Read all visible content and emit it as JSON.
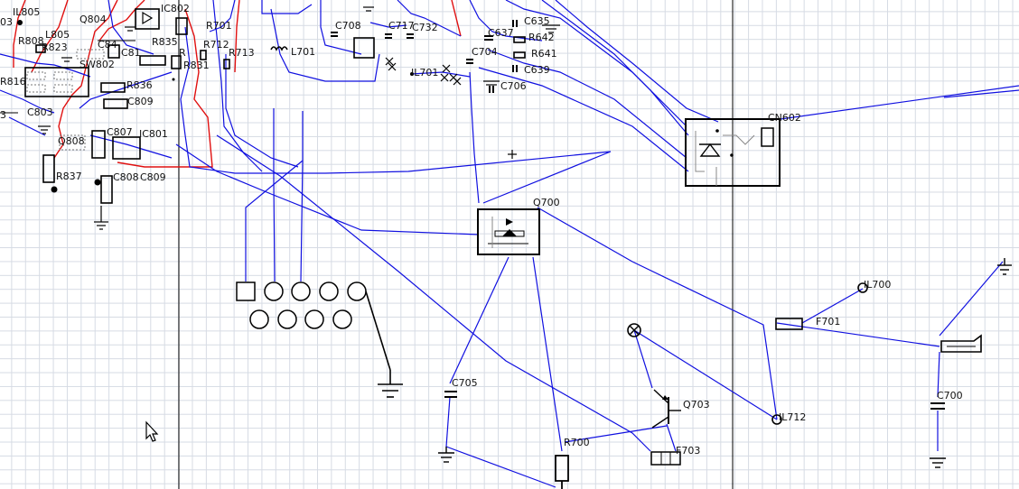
{
  "labels": {
    "il805": "IL805",
    "q804": "Q804",
    "ic802": "IC802",
    "r701": "R701",
    "c708": "C708",
    "c717": "C717",
    "c732": "C732",
    "c635": "C635",
    "c637": "C637",
    "r642": "R642",
    "r641": "R641",
    "c639": "C639",
    "c704": "C704",
    "c706": "C706",
    "il701": "IL701",
    "l701": "L701",
    "r713": "R713",
    "r712": "R712",
    "r835": "R835",
    "c81": "C81",
    "r8": "R",
    "r831": "R831",
    "sw802": "SW802",
    "r836": "R836",
    "c809": "C809",
    "c807": "C807",
    "ic801": "IC801",
    "q808": "Q808",
    "c808": "C808",
    "c809b": "C809",
    "r837": "R837",
    "c803": "C803",
    "r823": "R823",
    "l805": "L805",
    "r808": "R808",
    "r816": "R816",
    "c84": "C84",
    "d03": "03",
    "n3": "3",
    "cn602": "CN602",
    "q700": "Q700",
    "il700": "IL700",
    "f701": "F701",
    "q703": "Q703",
    "il712": "IL712",
    "c705": "C705",
    "r700": "R700",
    "f703": "F703",
    "c700": "C700"
  },
  "colors": {
    "wire_blue": "#1010e0",
    "wire_red": "#e01010",
    "grid": "#d6dbe4",
    "symbol": "#000000"
  },
  "icons": {
    "cursor": "mouse-pointer-icon",
    "crosshair": "crosshair-icon"
  }
}
